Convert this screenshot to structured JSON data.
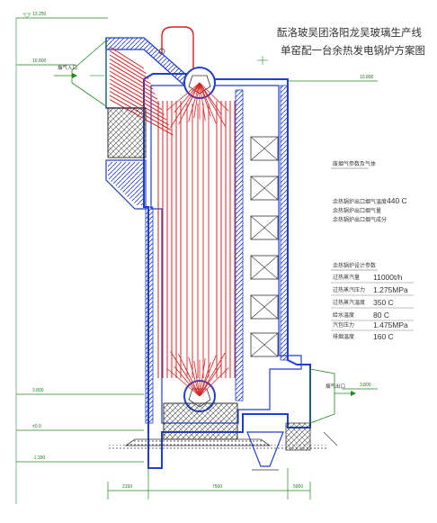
{
  "title": {
    "line1": "酝洛玻吴团洛阳龙吴玻璃生产线",
    "line2": "单窑配一台余热发电锅炉方案图"
  },
  "section1": {
    "heading": "废烟气参数及气体",
    "rows": [
      {
        "label": "余热锅炉出口烟气温度",
        "value": "440 C"
      },
      {
        "label": "余热锅炉出口烟气量",
        "value": ""
      },
      {
        "label": "余热锅炉出口烟气成分",
        "value": ""
      }
    ]
  },
  "section2": {
    "heading": "余热锅炉设计参数",
    "rows": [
      {
        "label": "过热蒸汽量",
        "value": "11000t/h"
      },
      {
        "label": "过热蒸汽压力",
        "value": "1.275MPa"
      },
      {
        "label": "过热蒸汽温度",
        "value": "350 C"
      },
      {
        "label": "给水温度",
        "value": "80 C"
      },
      {
        "label": "汽包压力",
        "value": "1.475MPa"
      },
      {
        "label": "排烟温度",
        "value": "160 C"
      }
    ]
  },
  "labels": {
    "flue_inlet": "烟气入口",
    "flue_outlet": "烟气出口"
  },
  "elevations": {
    "top": "13.250",
    "upper": "10.800",
    "drum": "10.800",
    "mid_left": "3.800",
    "outlet": "3.800",
    "ground": "±0.0",
    "bottom": "-1.300"
  },
  "dimensions": {
    "left": "2150",
    "middle": "7500",
    "right": "5000"
  },
  "colors": {
    "wall_blue": "#1f3fd0",
    "tube_red": "#d62020",
    "dim_green": "#1f8a1f",
    "hatch_black": "#222222"
  }
}
